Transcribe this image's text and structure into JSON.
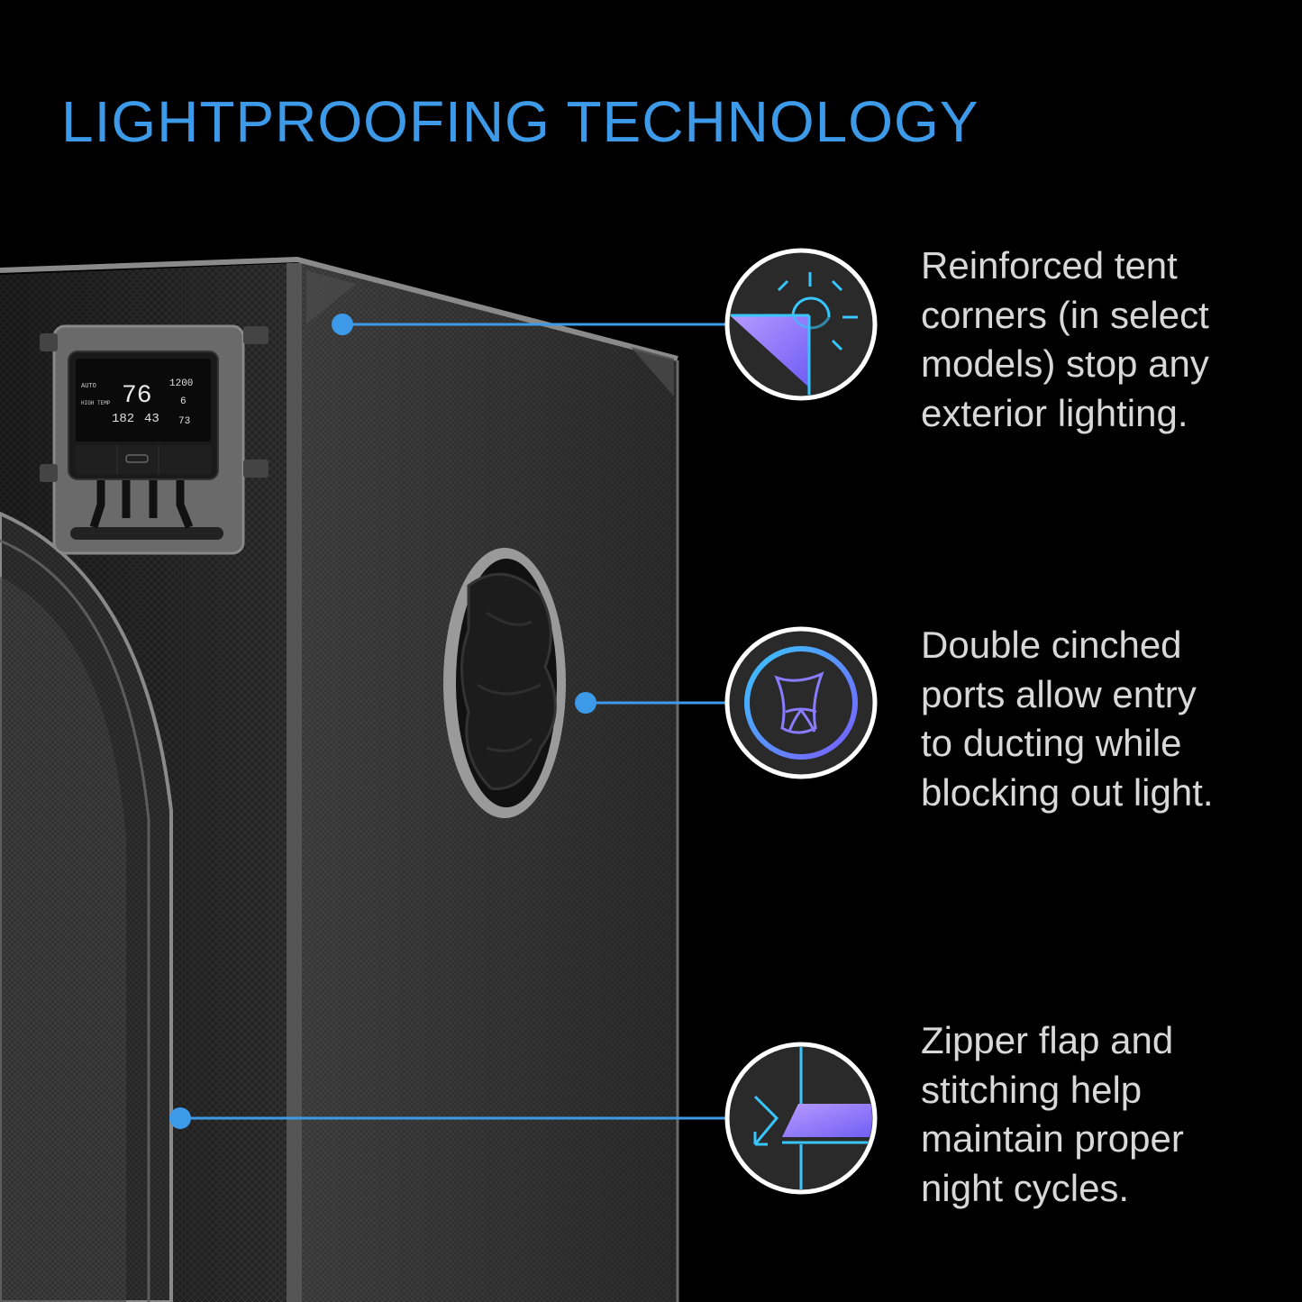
{
  "title": "LIGHTPROOFING TECHNOLOGY",
  "colors": {
    "background": "#000000",
    "accent_blue": "#3d9ae8",
    "accent_purple": "#8a7cff",
    "text": "#d8d8d8"
  },
  "controller_display": {
    "temperature": "76",
    "reading_2": "182",
    "reading_3": "43",
    "reading_4": "1200",
    "reading_5": "6",
    "reading_6": "73",
    "mode": "AUTO",
    "alert": "HIGH TEMP"
  },
  "features": [
    {
      "icon": "tent-corner-light-icon",
      "text": "Reinforced tent\ncorners (in select\nmodels) stop any\nexterior lighting."
    },
    {
      "icon": "cinched-port-icon",
      "text": "Double cinched\nports allow entry\nto ducting while\nblocking out light."
    },
    {
      "icon": "zipper-flap-icon",
      "text": "Zipper flap and\nstitching help\nmaintain proper\nnight cycles."
    }
  ]
}
